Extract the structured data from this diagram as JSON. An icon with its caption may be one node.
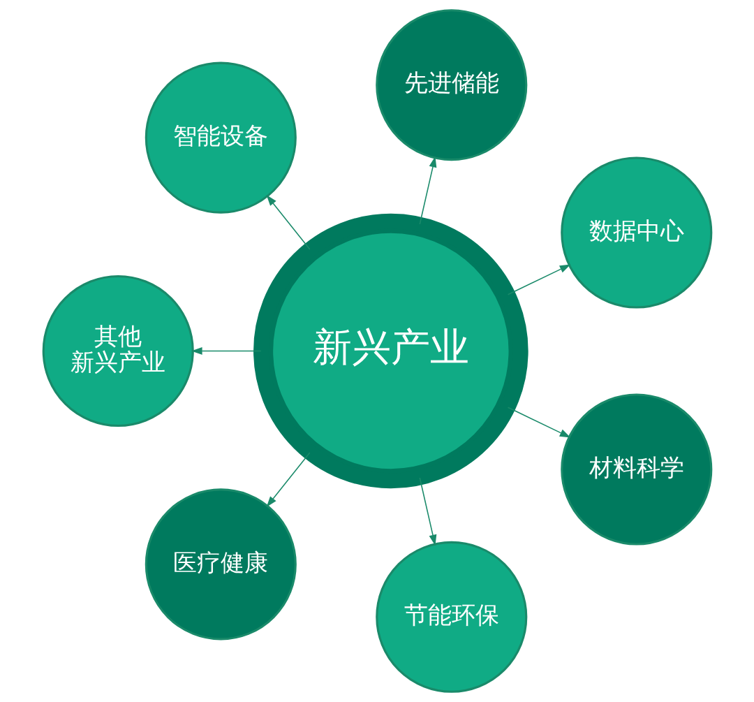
{
  "diagram": {
    "nodes": [
      {
        "text": [
          "新兴产业"
        ]
      },
      {
        "text": [
          "数据中心"
        ]
      },
      {
        "text": [
          "先进储能"
        ]
      },
      {
        "text": [
          "智能设备"
        ]
      },
      {
        "text": [
          "其他新兴产业"
        ]
      },
      {
        "text": [
          "医疗健康"
        ]
      },
      {
        "text": [
          "节能环保"
        ]
      },
      {
        "text": [
          "材料科学"
        ]
      }
    ],
    "edges": [
      {
        "from": 0,
        "to": 1,
        "arrow": "to"
      },
      {
        "from": 0,
        "to": 2,
        "arrow": "to"
      },
      {
        "from": 0,
        "to": 3,
        "arrow": "to"
      },
      {
        "from": 0,
        "to": 4,
        "arrow": "to"
      },
      {
        "from": 0,
        "to": 5,
        "arrow": "to"
      },
      {
        "from": 0,
        "to": 6,
        "arrow": "to"
      },
      {
        "from": 0,
        "to": 7,
        "arrow": "to"
      }
    ]
  }
}
